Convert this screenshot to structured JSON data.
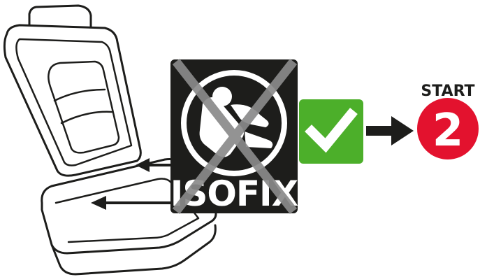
{
  "isofix_panel": {
    "label": "ISOFIX",
    "icon": "child-seat-icon",
    "crossed_out": true,
    "panel_color": "#1d1d1b",
    "cross_color": "#8a8a8a"
  },
  "check_badge": {
    "icon": "checkmark-icon",
    "color": "#4caf2a"
  },
  "step": {
    "label": "START",
    "number": "2",
    "color": "#e3122e"
  },
  "seat": {
    "icon": "car-seat-outline-icon",
    "arrows": 2
  }
}
